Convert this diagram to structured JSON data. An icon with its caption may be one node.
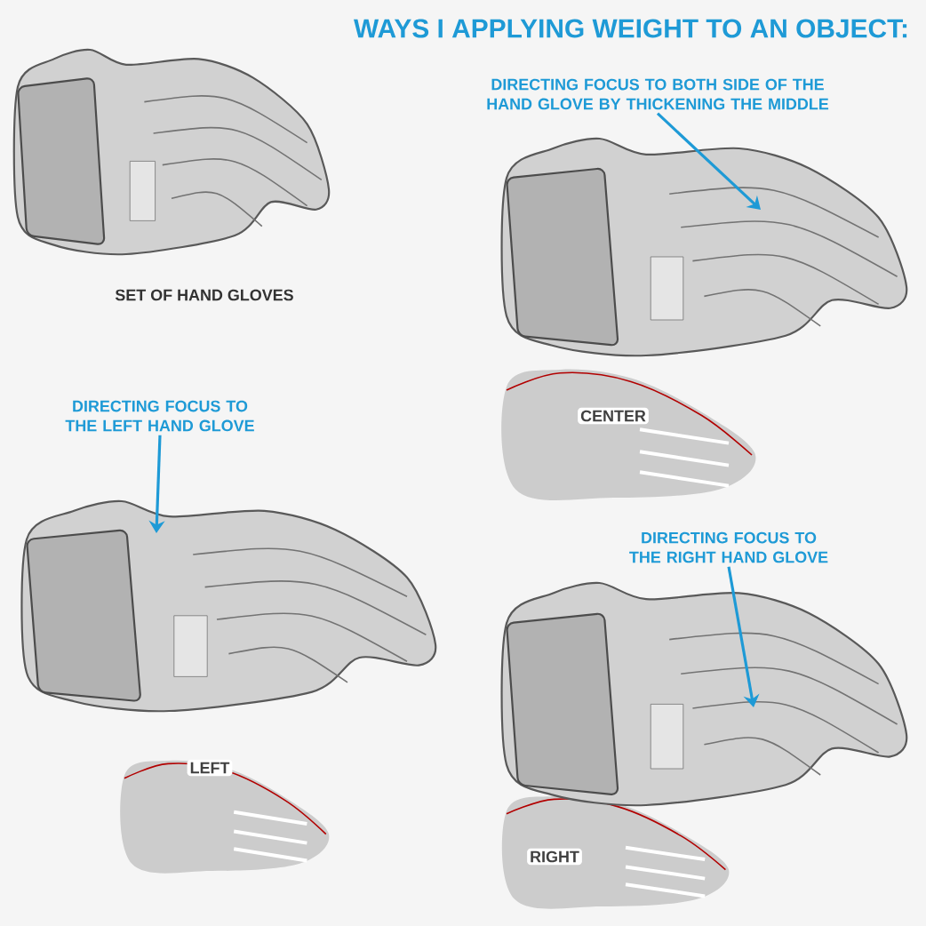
{
  "diagram": {
    "title": "WAYS I APPLYING WEIGHT TO AN OBJECT:",
    "nodes": [
      {
        "text": [
          "DIRECTING FOCUS TO BOTH SIDE OF THE HAND GLOVE BY THICKENING THE MIDDLE"
        ]
      },
      {
        "text": [],
        "shape": "picture"
      },
      {
        "text": [
          "DIRECTING FOCUS TO THE LEFT HAND GLOVE"
        ]
      },
      {
        "text": [],
        "shape": "picture"
      },
      {
        "text": [
          "DIRECTING FOCUS TO THE RIGHT HAND GLOVE"
        ]
      },
      {
        "text": [],
        "shape": "picture"
      }
    ],
    "edges": [
      {
        "from": 0,
        "to": 1,
        "arrow": "to"
      },
      {
        "from": 2,
        "to": 3,
        "arrow": "to"
      },
      {
        "from": 4,
        "to": 5,
        "arrow": "to"
      }
    ],
    "labels": [
      "SET OF HAND GLOVES",
      "CENTER",
      "LEFT",
      "RIGHT"
    ]
  }
}
